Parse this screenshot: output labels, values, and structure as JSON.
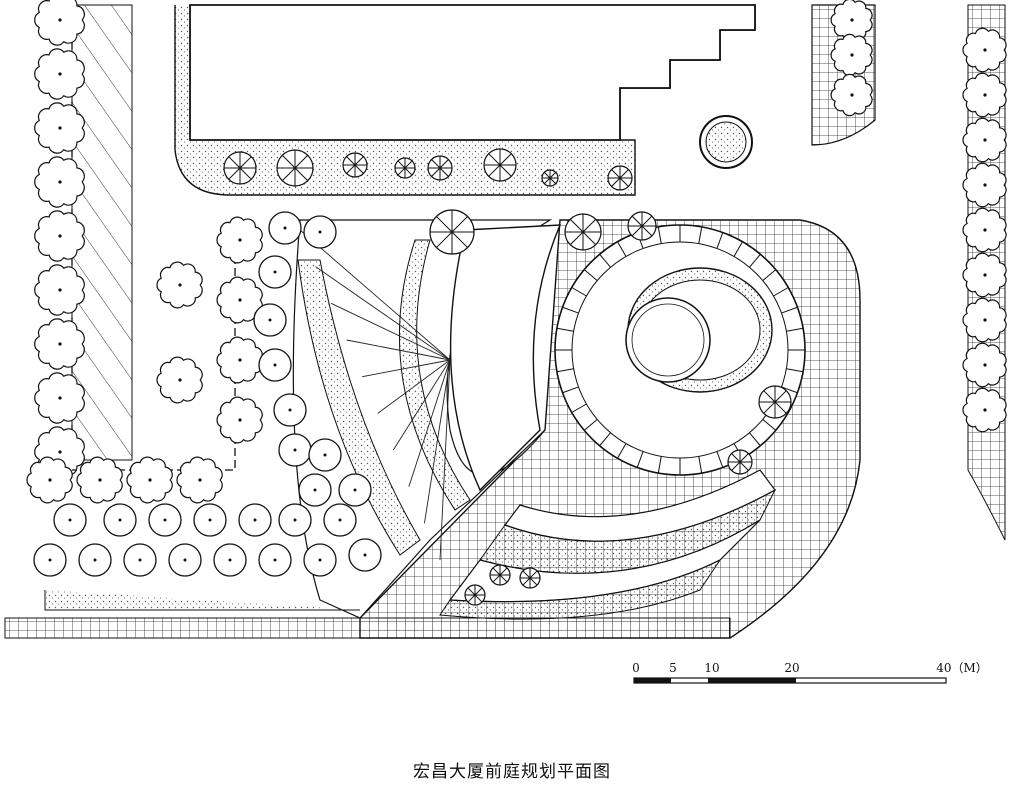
{
  "caption": "宏昌大厦前庭规划平面图",
  "scale_bar": {
    "ticks": [
      "0",
      "5",
      "10",
      "20",
      "40（M）"
    ]
  },
  "colors": {
    "ink": "#111111",
    "paper": "#ffffff",
    "stipple": "#555555"
  },
  "icons": [
    "tree-symbol-icon",
    "shrub-symbol-icon",
    "palm-symbol-icon"
  ]
}
